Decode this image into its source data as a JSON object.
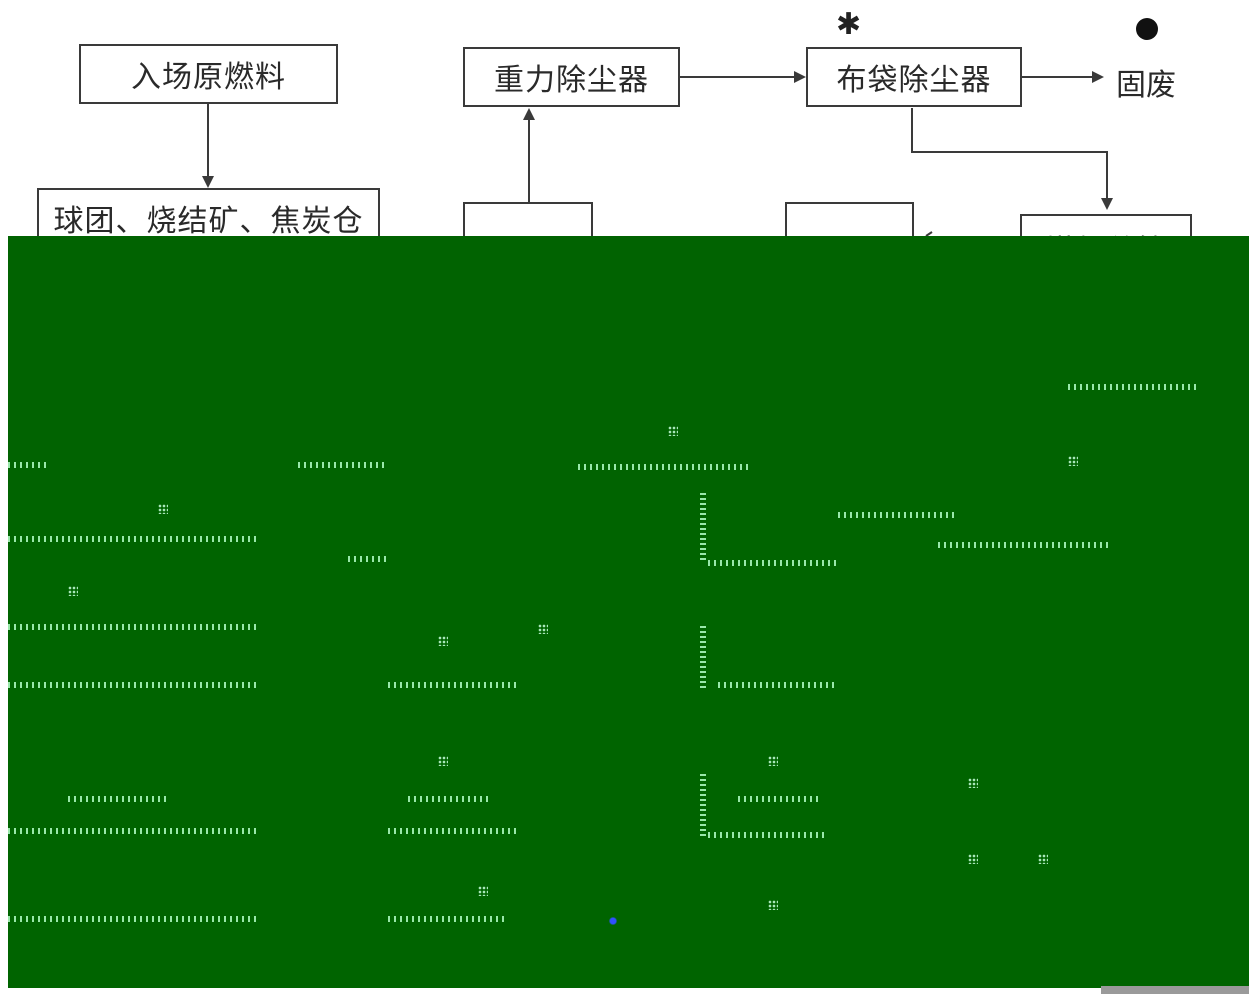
{
  "diagram": {
    "nodes": {
      "raw_fuel": "入场原燃料",
      "pellet_bin": "球团、烧结矿、焦炭仓",
      "gravity_duster": "重力除尘器",
      "bag_duster": "布袋除尘器",
      "partial_box": "煤气总管"
    },
    "solid_waste_label": "固废",
    "legend_marks": {
      "star": "✱",
      "dot": "●"
    }
  },
  "colors": {
    "overlay_green": "#006400",
    "noise_green": "#b4ffc8",
    "line": "#3a3a3a"
  }
}
